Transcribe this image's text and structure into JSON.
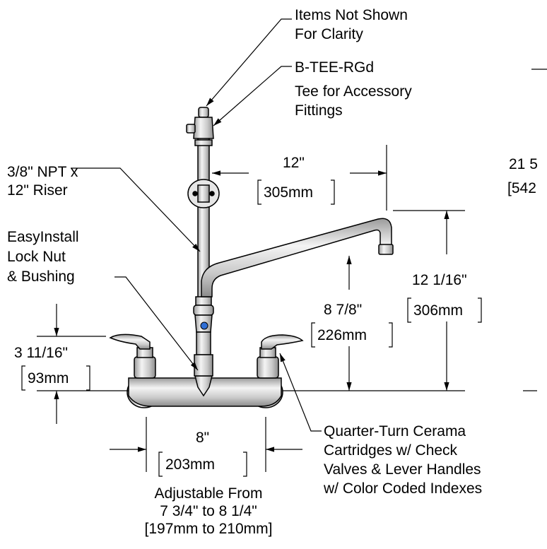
{
  "callouts": {
    "items_not_shown_1": "Items Not Shown",
    "items_not_shown_2": "For Clarity",
    "tee_1": "B-TEE-RGd",
    "tee_2": "Tee for Accessory",
    "tee_3": "Fittings",
    "riser_1": "3/8\" NPT x",
    "riser_2": "12\" Riser",
    "locknut_1": "EasyInstall",
    "locknut_2": "Lock Nut",
    "locknut_3": "& Bushing",
    "cart_1": "Quarter-Turn Cerama",
    "cart_2": "Cartridges w/ Check",
    "cart_3": "Valves & Lever Handles",
    "cart_4": "w/ Color Coded Indexes"
  },
  "dimensions": {
    "spout_reach_in": "12\"",
    "spout_reach_mm": "305mm",
    "spout_height_in": "12 1/16\"",
    "spout_height_mm": "306mm",
    "spout_clearance_in": "8 7/8\"",
    "spout_clearance_mm": "226mm",
    "handle_height_in": "3 11/16\"",
    "handle_height_mm": "93mm",
    "centers_in": "8\"",
    "centers_mm": "203mm",
    "overall_in_partial": "21 5",
    "overall_mm_partial": "[542"
  },
  "adjustable": {
    "line1": "Adjustable From",
    "line2": "7 3/4\" to 8 1/4\"",
    "line3": "[197mm to 210mm]"
  },
  "colors": {
    "line": "#000000",
    "chrome": "#d9d9d9",
    "index_blue": "#2f6fd6"
  }
}
